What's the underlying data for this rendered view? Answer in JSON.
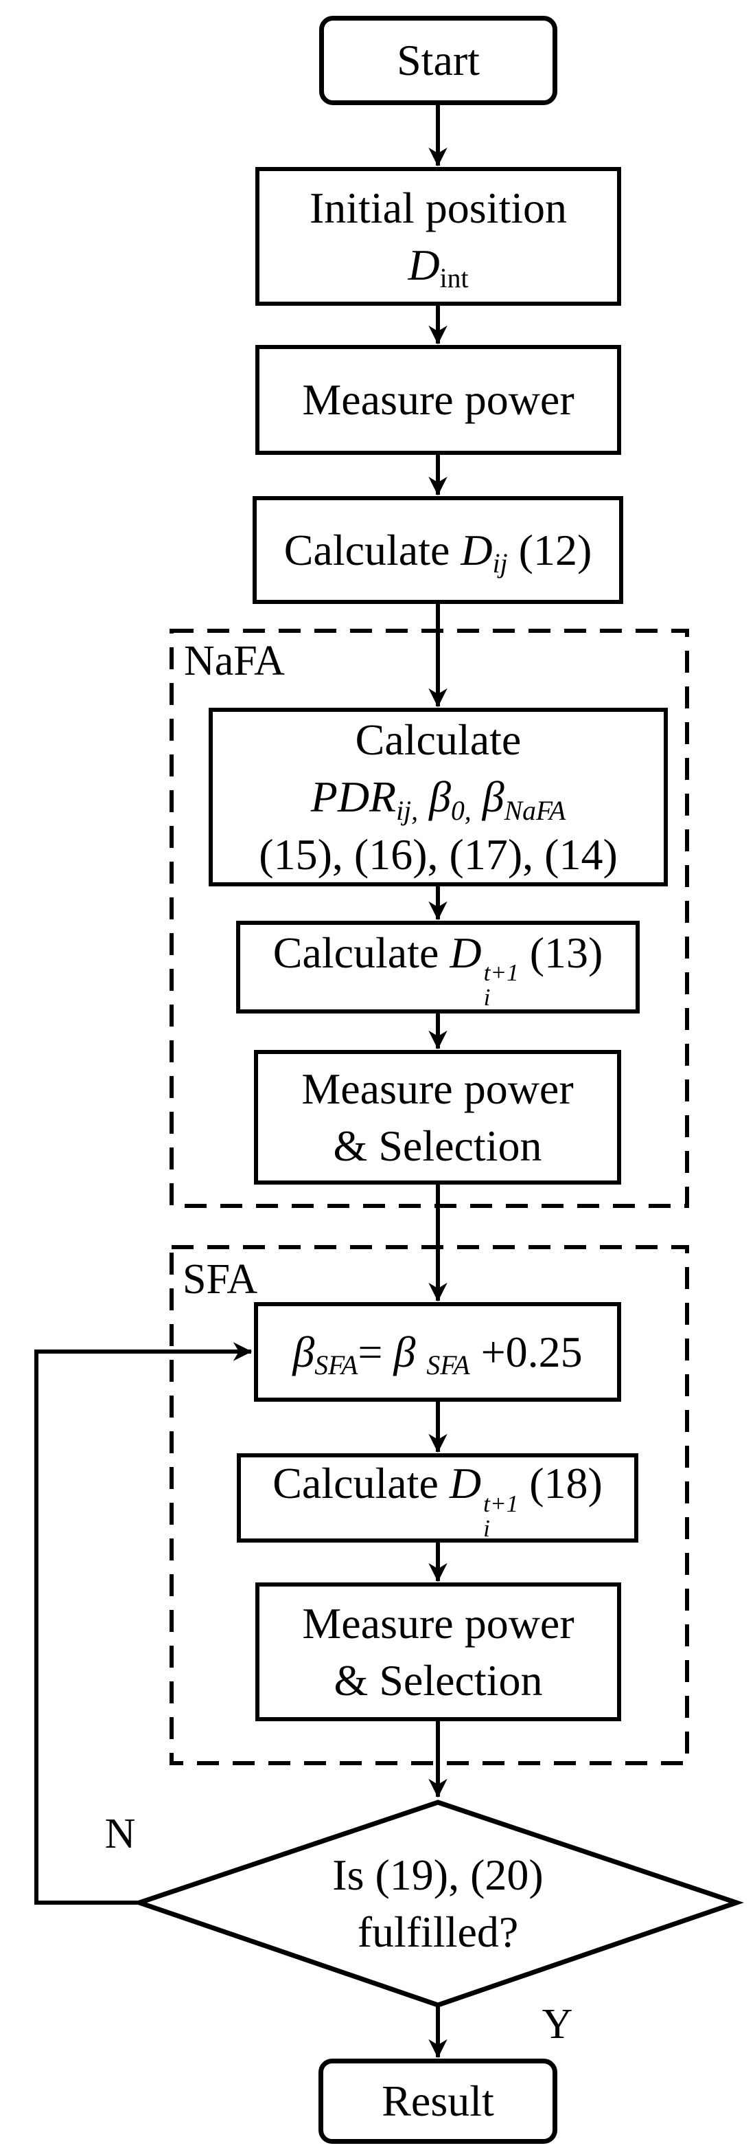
{
  "meta": {
    "colors": {
      "line": "#000000",
      "background": "#ffffff"
    }
  },
  "flowchart": {
    "nodes": {
      "start": {
        "lines": [
          [
            {
              "t": "Start"
            }
          ]
        ]
      },
      "initial_position": {
        "lines": [
          [
            {
              "t": "Initial position"
            }
          ],
          [
            {
              "t": "D",
              "italic": true
            },
            {
              "t": "int",
              "sub": true
            }
          ]
        ]
      },
      "measure_power": {
        "lines": [
          [
            {
              "t": "Measure power"
            }
          ]
        ]
      },
      "calculate_dij": {
        "lines": [
          [
            {
              "t": "Calculate "
            },
            {
              "t": "D",
              "italic": true
            },
            {
              "t": "ij",
              "sub": true,
              "italic": true
            },
            {
              "t": " (12)"
            }
          ]
        ]
      },
      "calculate_pdr": {
        "lines": [
          [
            {
              "t": "Calculate"
            }
          ],
          [
            {
              "t": "PDR",
              "italic": true
            },
            {
              "t": "ij,",
              "sub": true,
              "italic": true
            },
            {
              "t": " "
            },
            {
              "t": "β",
              "italic": true
            },
            {
              "t": "0,",
              "sub": true,
              "italic": true
            },
            {
              "t": " "
            },
            {
              "t": "β",
              "italic": true
            },
            {
              "t": "NaFA",
              "sub": true,
              "italic": true
            }
          ],
          [
            {
              "t": "(15), (16), (17), (14)"
            }
          ]
        ]
      },
      "calculate_d13": {
        "lines": [
          [
            {
              "t": "Calculate "
            },
            {
              "t": "D",
              "italic": true
            },
            {
              "stack": {
                "sup": "t+1",
                "sub": "i"
              }
            },
            {
              "t": " (13)"
            }
          ]
        ]
      },
      "measure_selection_nafa": {
        "lines": [
          [
            {
              "t": "Measure power"
            }
          ],
          [
            {
              "t": "& Selection"
            }
          ]
        ]
      },
      "beta_update": {
        "lines": [
          [
            {
              "t": "β",
              "italic": true
            },
            {
              "t": "SFA",
              "sub": true,
              "italic": true
            },
            {
              "t": "= "
            },
            {
              "t": "β",
              "italic": true
            },
            {
              "t": " "
            },
            {
              "t": "SFA",
              "sub": true,
              "italic": true
            },
            {
              "t": " +0.25"
            }
          ]
        ]
      },
      "calculate_d18": {
        "lines": [
          [
            {
              "t": "Calculate "
            },
            {
              "t": "D",
              "italic": true
            },
            {
              "stack": {
                "sup": "t+1",
                "sub": "i"
              }
            },
            {
              "t": " (18)"
            }
          ]
        ]
      },
      "measure_selection_sfa": {
        "lines": [
          [
            {
              "t": "Measure power"
            }
          ],
          [
            {
              "t": "& Selection"
            }
          ]
        ]
      },
      "decision": {
        "lines": [
          [
            {
              "t": "Is (19), (20)"
            }
          ],
          [
            {
              "t": "fulfilled?"
            }
          ]
        ]
      },
      "result": {
        "lines": [
          [
            {
              "t": "Result"
            }
          ]
        ]
      }
    },
    "groups": {
      "nafa": "NaFA",
      "sfa": "SFA"
    },
    "branches": {
      "no": "N",
      "yes": "Y"
    },
    "edges": [
      {
        "from": "start",
        "to": "initial_position"
      },
      {
        "from": "initial_position",
        "to": "measure_power"
      },
      {
        "from": "measure_power",
        "to": "calculate_dij"
      },
      {
        "from": "calculate_dij",
        "to": "calculate_pdr"
      },
      {
        "from": "calculate_pdr",
        "to": "calculate_d13"
      },
      {
        "from": "calculate_d13",
        "to": "measure_selection_nafa"
      },
      {
        "from": "measure_selection_nafa",
        "to": "beta_update"
      },
      {
        "from": "beta_update",
        "to": "calculate_d18"
      },
      {
        "from": "calculate_d18",
        "to": "measure_selection_sfa"
      },
      {
        "from": "measure_selection_sfa",
        "to": "decision"
      },
      {
        "from": "decision",
        "to": "beta_update",
        "branch": "no"
      },
      {
        "from": "decision",
        "to": "result",
        "branch": "yes"
      }
    ]
  }
}
